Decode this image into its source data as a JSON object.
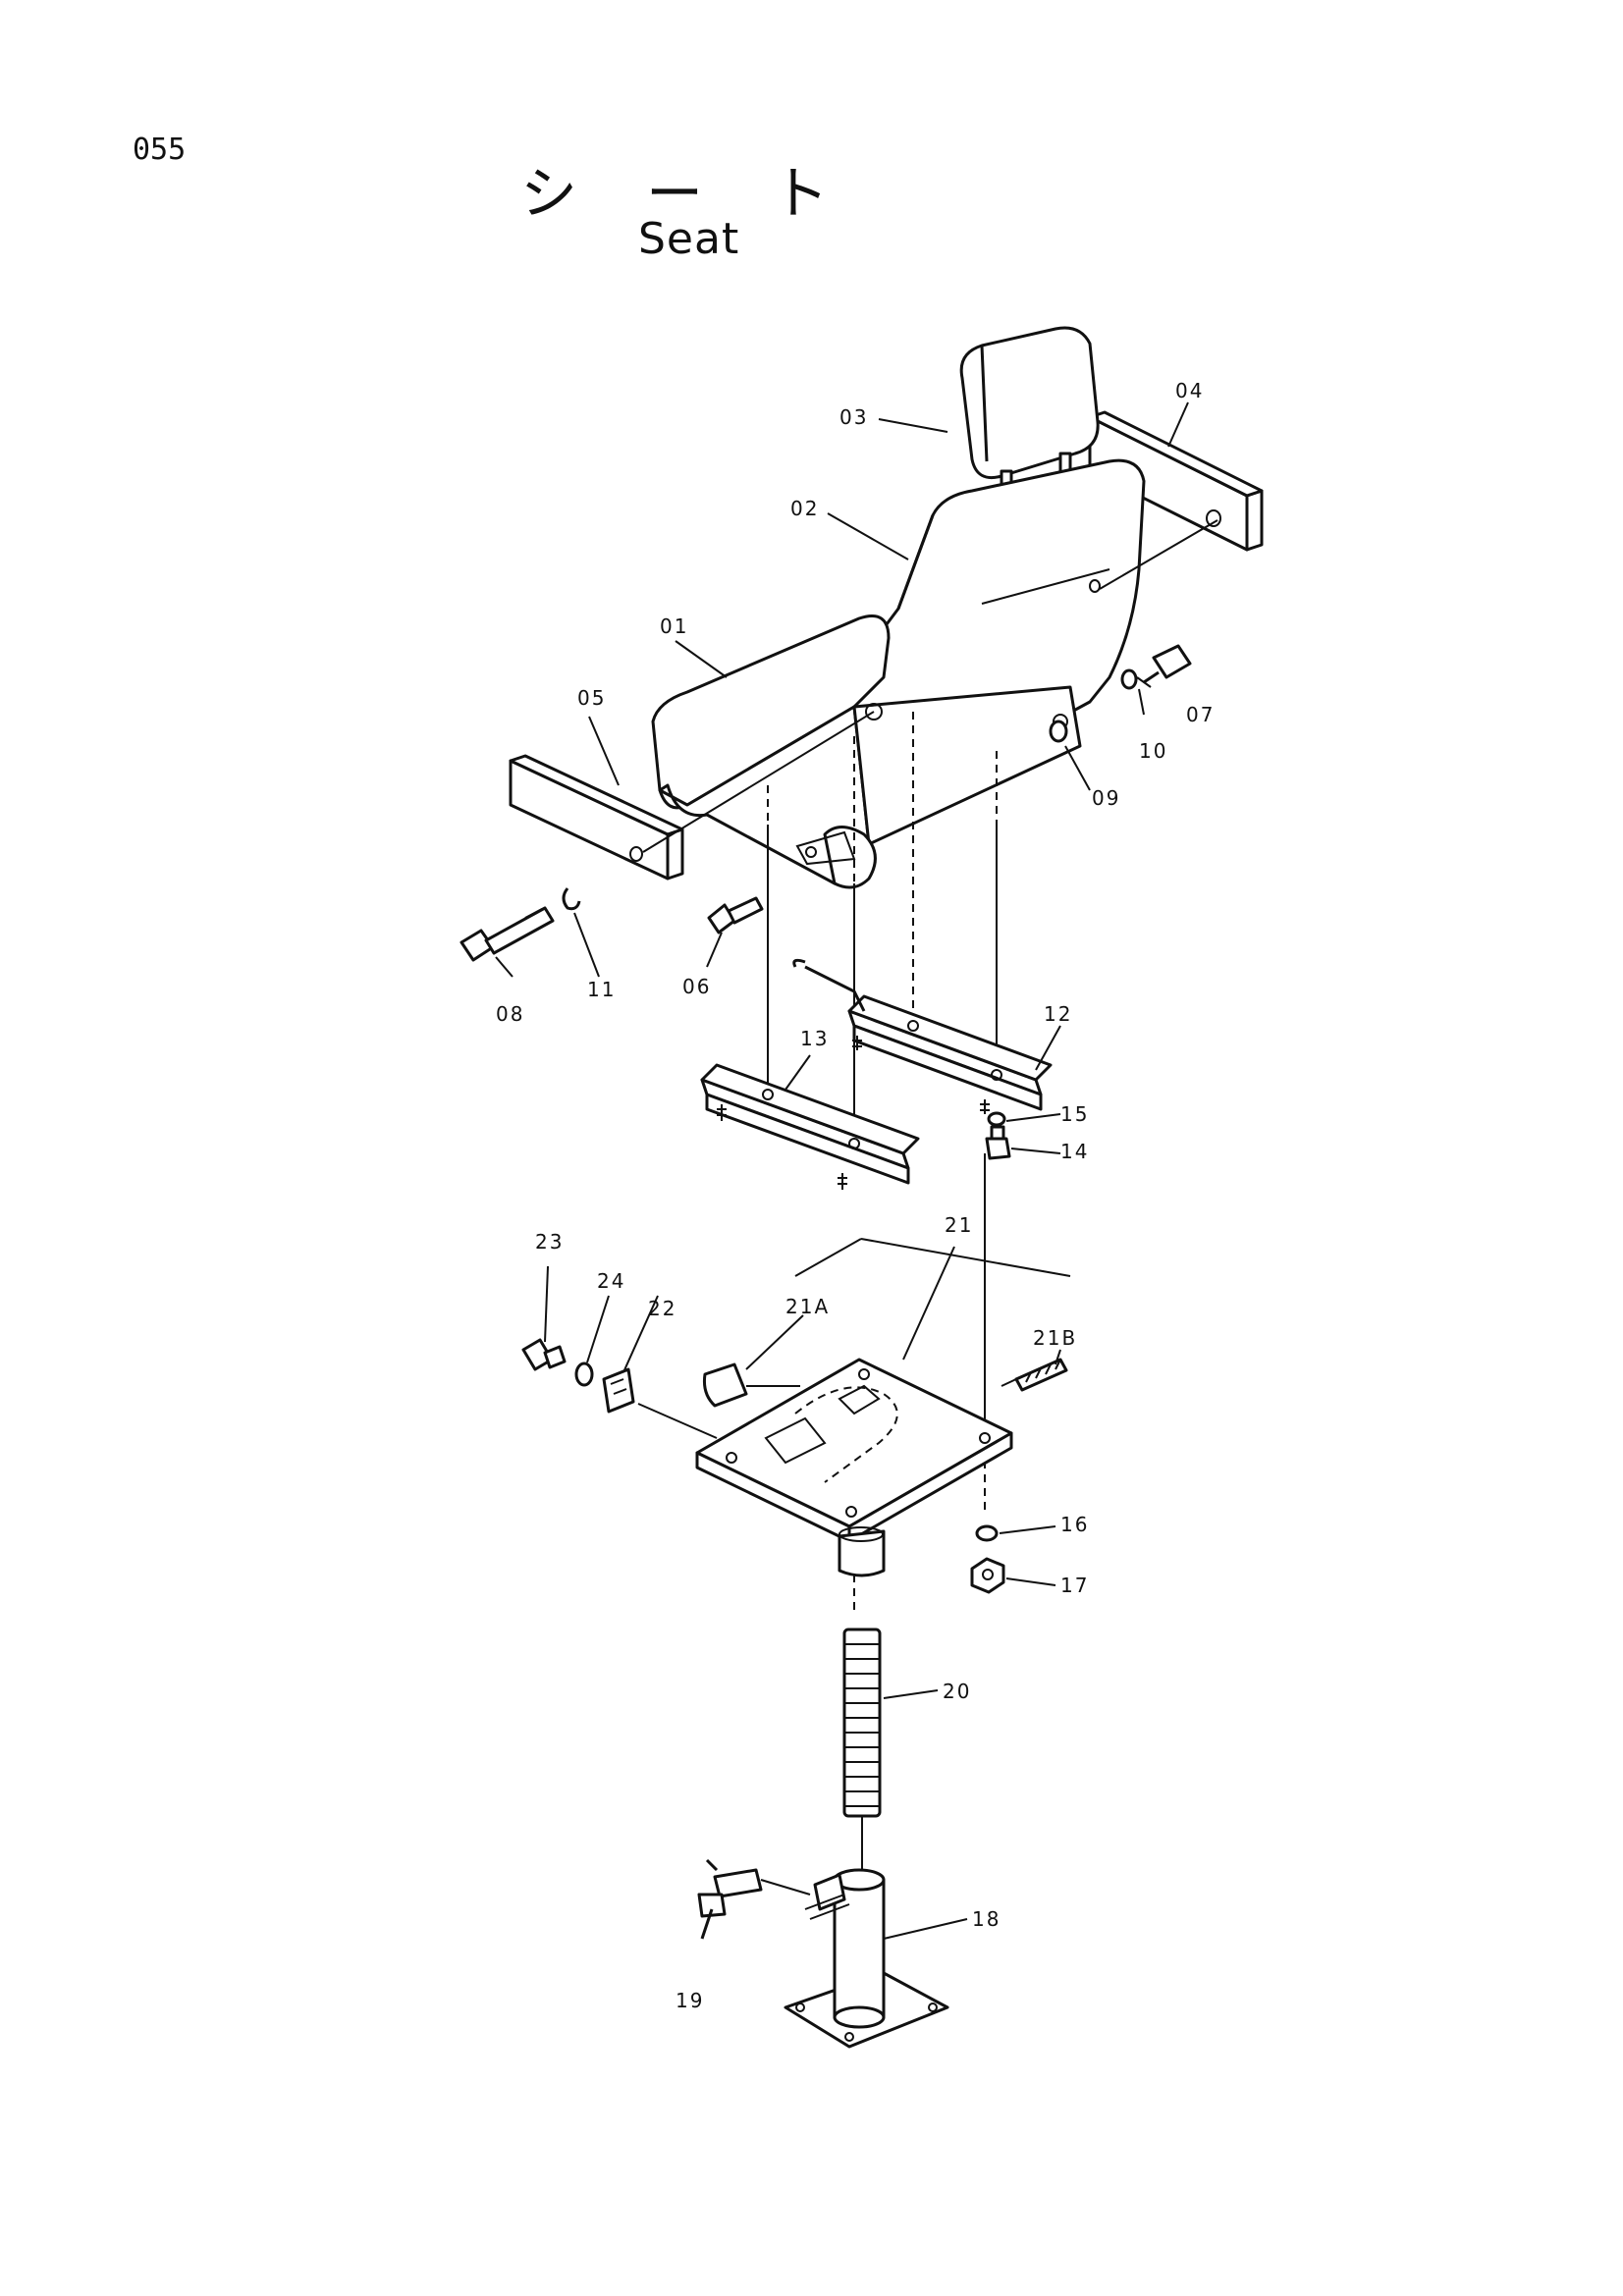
{
  "page_number": "055",
  "title_jp": "シ　ー　ト",
  "title_en": "Seat",
  "callouts": {
    "c01": "01",
    "c02": "02",
    "c03": "03",
    "c04": "04",
    "c05": "05",
    "c06": "06",
    "c07": "07",
    "c08": "08",
    "c09": "09",
    "c10": "10",
    "c11": "11",
    "c12": "12",
    "c13": "13",
    "c14": "14",
    "c15": "15",
    "c16": "16",
    "c17": "17",
    "c18": "18",
    "c19": "19",
    "c20": "20",
    "c21": "21",
    "c21a": "21A",
    "c21b": "21B",
    "c22": "22",
    "c23": "23",
    "c24": "24"
  }
}
